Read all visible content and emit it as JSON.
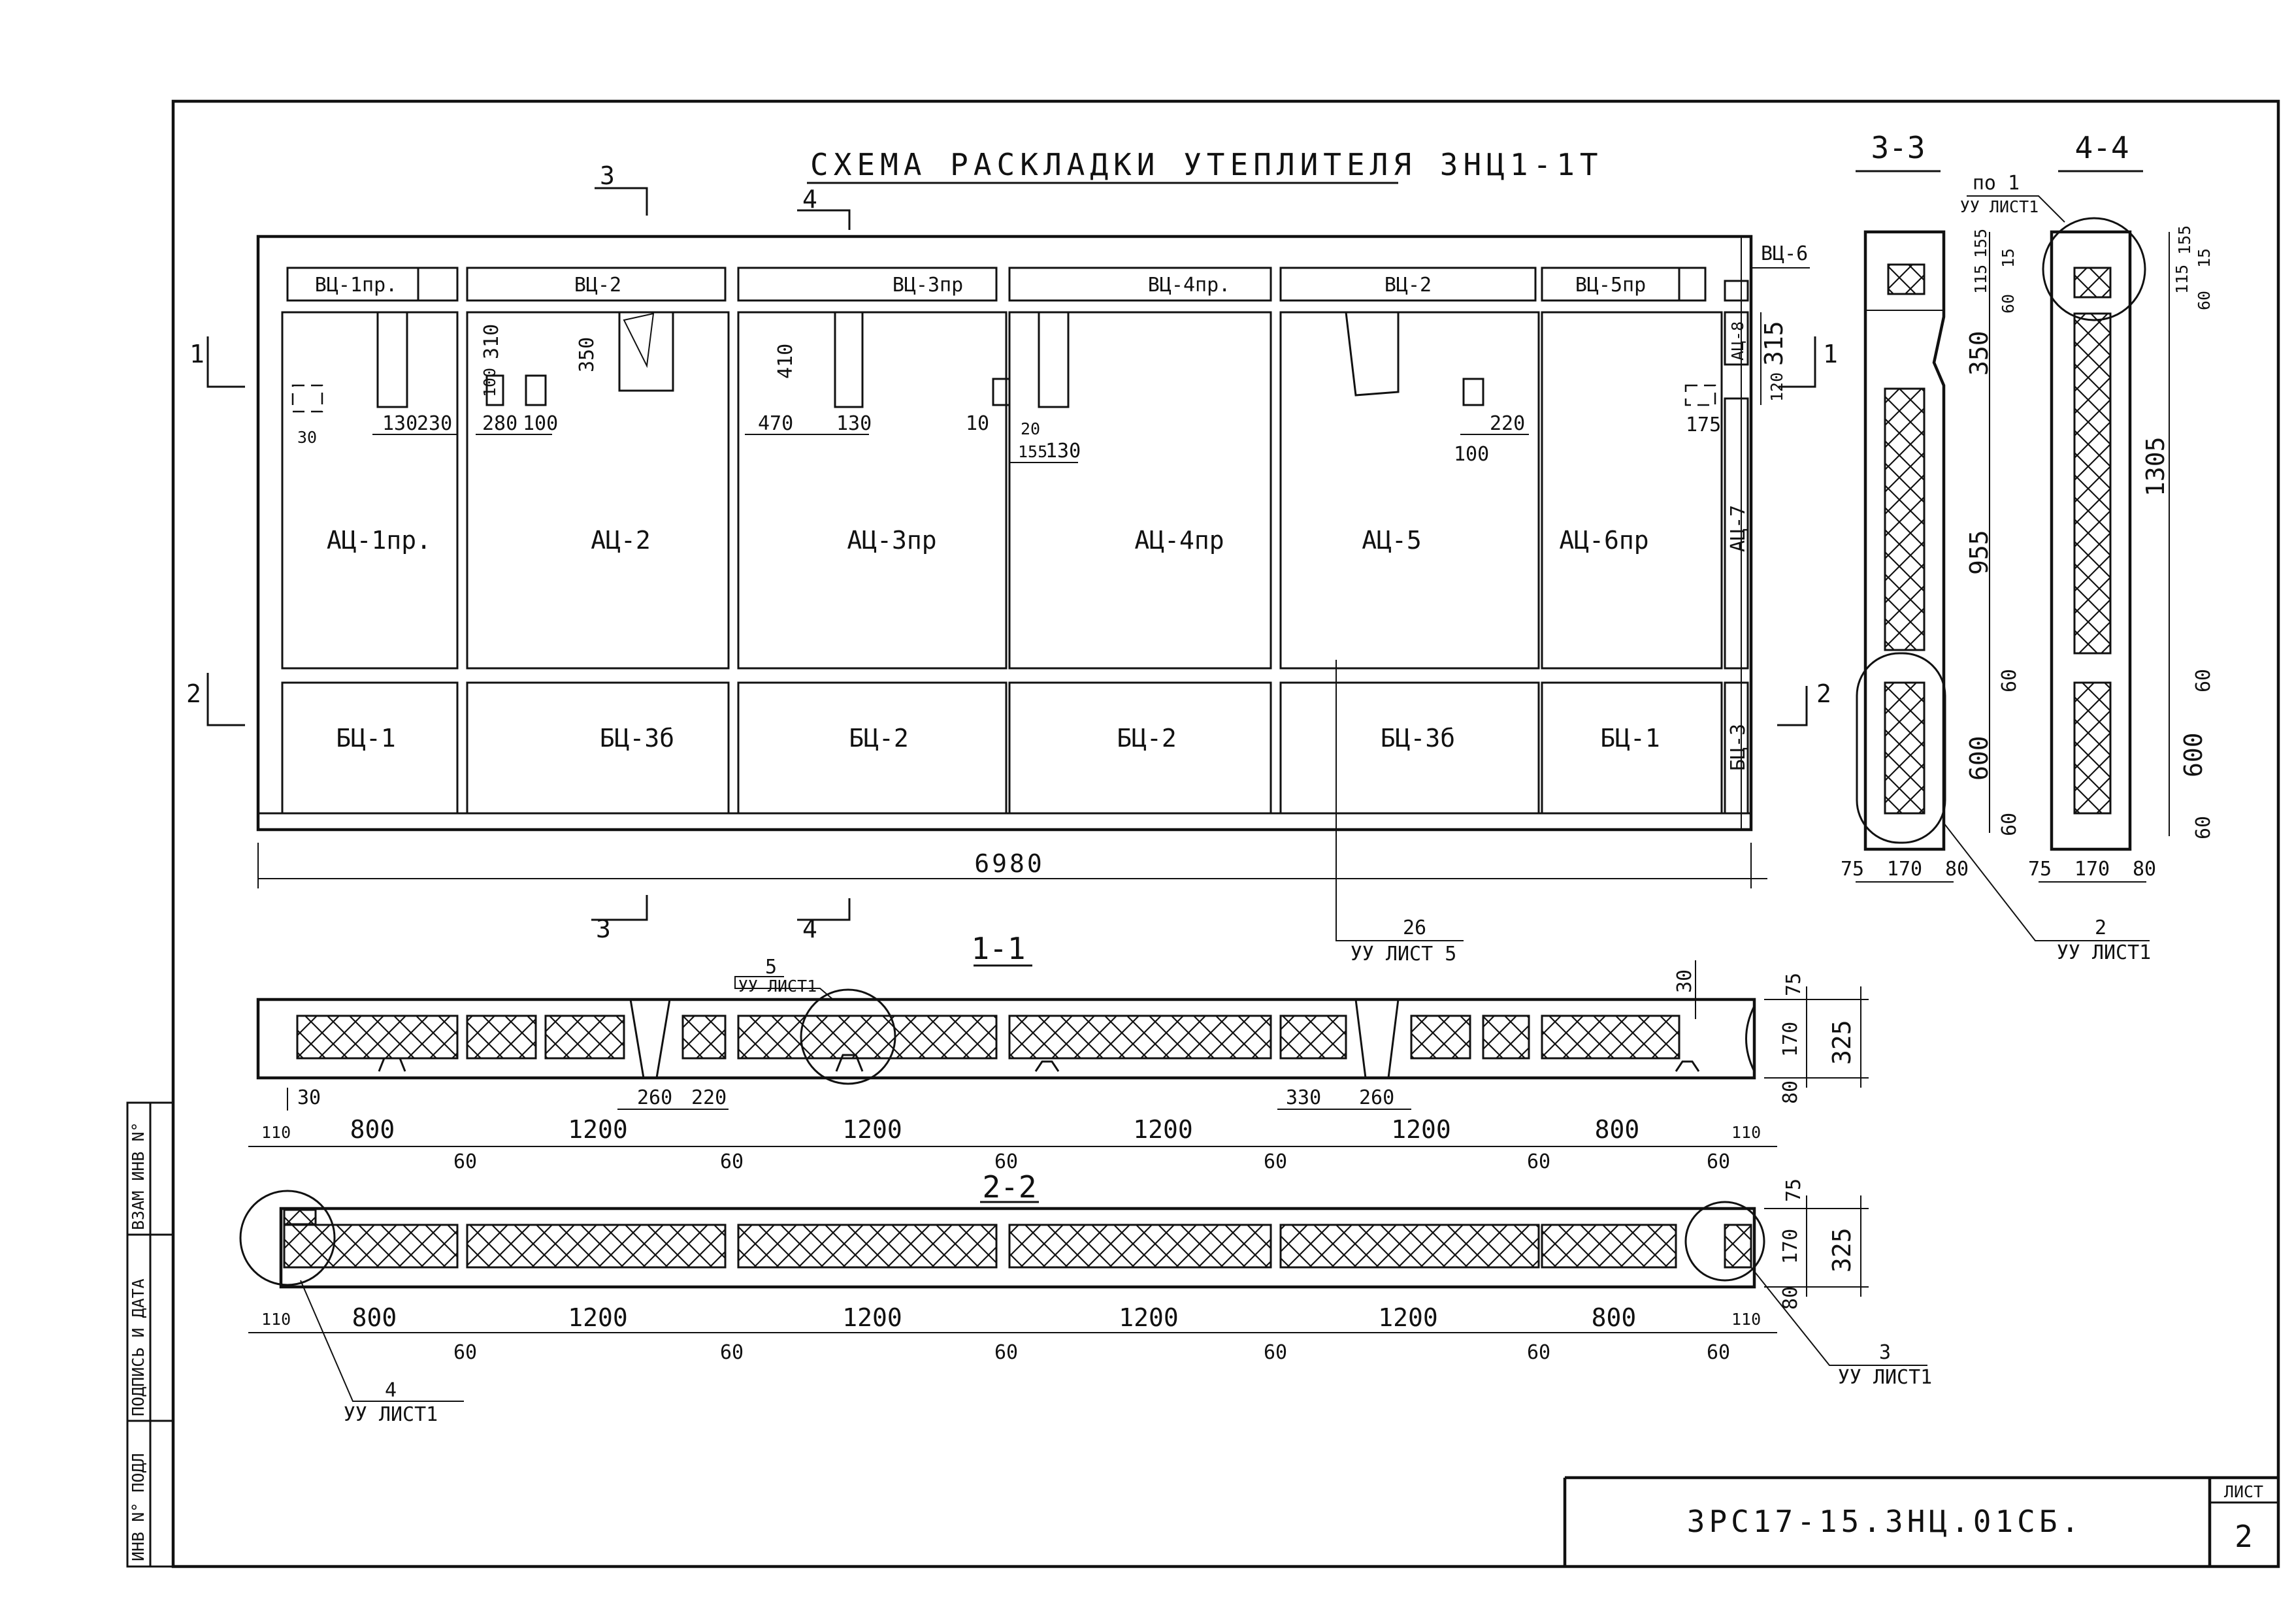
{
  "title": "СХЕМА РАСКЛАДКИ УТЕПЛИТЕЛЯ 3НЦ1-1Т",
  "section_33": "3-3",
  "section_44": "4-4",
  "section_11": "1-1",
  "section_22": "2-2",
  "cut_marks": {
    "c1": "1",
    "c2": "2",
    "c3": "3",
    "c4": "4"
  },
  "upper_panels": [
    "ВЦ-1пр.",
    "ВЦ-2",
    "ВЦ-3пр",
    "ВЦ-4пр.",
    "ВЦ-2",
    "ВЦ-5пр"
  ],
  "upper_right": "ВЦ-6",
  "middle_panels": [
    "АЦ-1пр.",
    "АЦ-2",
    "АЦ-3пр",
    "АЦ-4пр",
    "АЦ-5",
    "АЦ-6пр"
  ],
  "middle_right_top": "АЦ-8",
  "middle_right": "АЦ-7",
  "lower_panels": [
    "БЦ-1",
    "БЦ-3б",
    "БЦ-2",
    "БЦ-2",
    "БЦ-3б",
    "БЦ-1"
  ],
  "lower_right": "БЦ-3",
  "overall_length": "6980",
  "plan_dims": {
    "d30": "30",
    "d130a": "130",
    "d230": "230",
    "d310": "310",
    "d100a": "100",
    "d280": "280",
    "d100b": "100",
    "d350": "350",
    "d410": "410",
    "d470": "470",
    "d130b": "130",
    "d10": "10",
    "d20": "20",
    "d155": "155",
    "d130c": "130",
    "d220": "220",
    "d100c": "100",
    "d175": "175",
    "d315": "315",
    "d120": "120"
  },
  "callout_26": {
    "num": "26",
    "sheet": "УУ ЛИСТ 5"
  },
  "callout_5": {
    "num": "5",
    "sheet": "УУ ЛИСТ1"
  },
  "callout_2": {
    "num": "2",
    "sheet": "УУ ЛИСТ1"
  },
  "callout_3": {
    "num": "3",
    "sheet": "УУ ЛИСТ1"
  },
  "callout_4": {
    "num": "4",
    "sheet": "УУ ЛИСТ1"
  },
  "callout_po1": {
    "num": "по 1",
    "sheet": "УУ ЛИСТ1"
  },
  "sec33_dims": {
    "v155": "155",
    "v15": "15",
    "v115": "115",
    "v60a": "60",
    "v350": "350",
    "v955": "955",
    "v60b": "60",
    "v600": "600",
    "v60c": "60",
    "h75": "75",
    "h170": "170",
    "h80": "80"
  },
  "sec44_dims": {
    "v155": "155",
    "v15": "15",
    "v115": "115",
    "v60a": "60",
    "v1305": "1305",
    "v60b": "60",
    "v600": "600",
    "v60c": "60",
    "h75": "75",
    "h170": "170",
    "h80": "80"
  },
  "sec11_dims": {
    "top30": "30",
    "v75": "75",
    "v170": "170",
    "v80": "80",
    "v325": "325",
    "d30": "30",
    "d260a": "260",
    "d220": "220",
    "d330": "330",
    "d260b": "260",
    "spans": [
      "800",
      "1200",
      "1200",
      "1200",
      "1200",
      "800"
    ],
    "gaps": [
      "60",
      "60",
      "60",
      "60",
      "60",
      "60"
    ],
    "edge_l": "110",
    "edge_r": "110"
  },
  "sec22_dims": {
    "v75": "75",
    "v170": "170",
    "v80": "80",
    "v325": "325",
    "spans": [
      "800",
      "1200",
      "1200",
      "1200",
      "1200",
      "800"
    ],
    "gaps": [
      "60",
      "60",
      "60",
      "60",
      "60",
      "60"
    ],
    "edge_l": "110",
    "edge_r": "110"
  },
  "side_stamp": [
    "ИНВ N° ПОДЛ",
    "ПОДПИСЬ И ДАТА",
    "ВЗАМ ИНВ N°"
  ],
  "doc_code": "3РС17-15.3НЦ.01СБ.",
  "sheet_label": "ЛИСТ",
  "sheet_number": "2"
}
